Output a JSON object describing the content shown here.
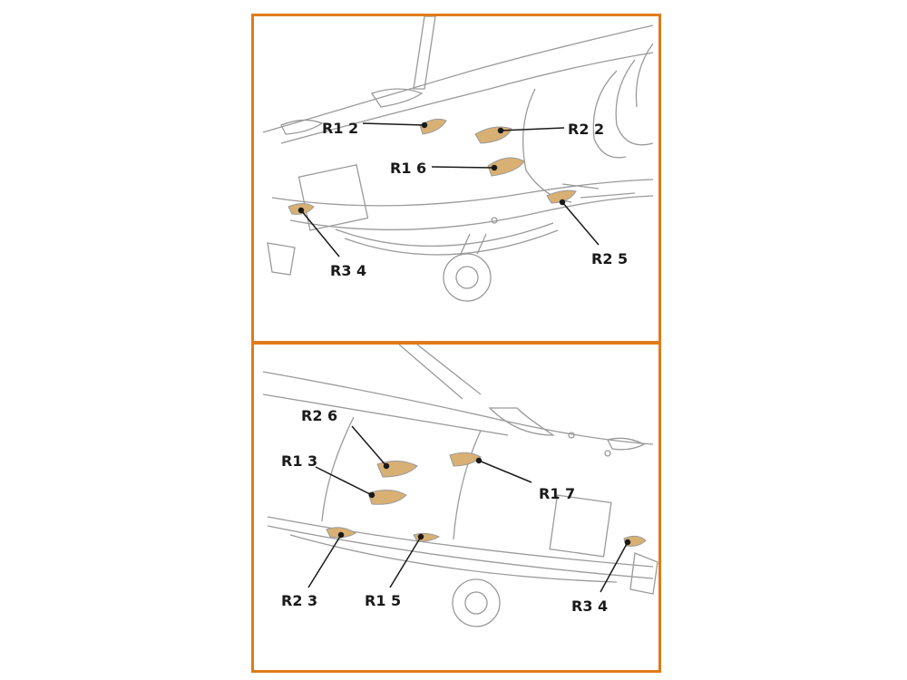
{
  "colors": {
    "frame": "#e07b1a",
    "mask": "#d9b074",
    "line": "#9a9a9a",
    "ink": "#1a1a1a"
  },
  "top_panel": {
    "callouts": {
      "r1_2": "R1  2",
      "r2_2": "R2  2",
      "r1_6": "R1  6",
      "r3_4": "R3  4",
      "r2_5": "R2  5"
    }
  },
  "bottom_panel": {
    "callouts": {
      "r2_6": "R2  6",
      "r1_3": "R1  3",
      "r1_7": "R1  7",
      "r2_3": "R2  3",
      "r1_5": "R1  5",
      "r3_4": "R3  4"
    }
  }
}
